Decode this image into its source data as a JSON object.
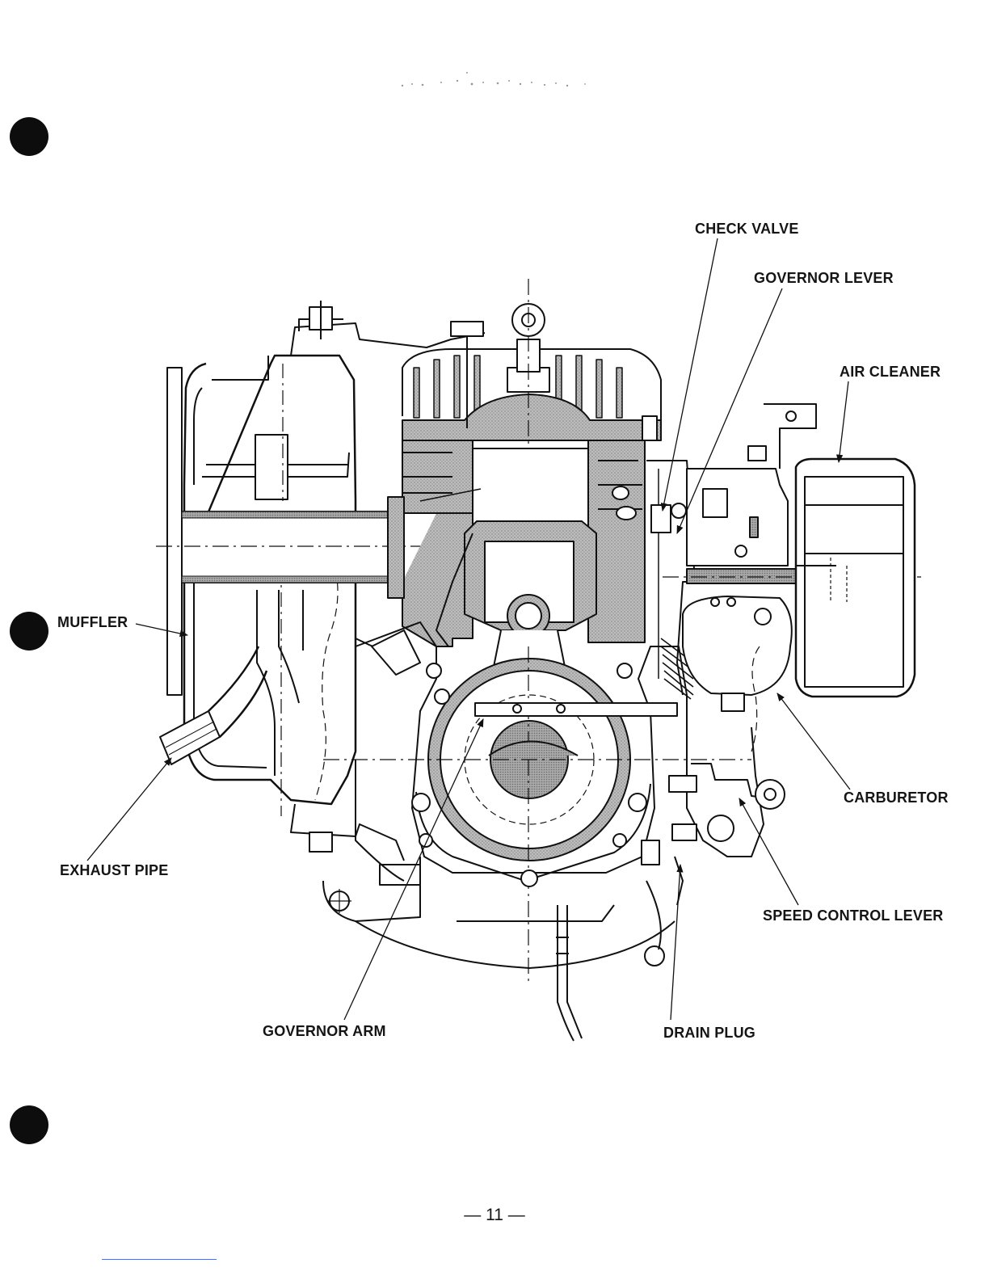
{
  "labels": {
    "check_valve": "CHECK VALVE",
    "governor_lever": "GOVERNOR LEVER",
    "air_cleaner": "AIR CLEANER",
    "muffler": "MUFFLER",
    "carburetor": "CARBURETOR",
    "exhaust_pipe": "EXHAUST PIPE",
    "speed_control_lever": "SPEED CONTROL LEVER",
    "governor_arm": "GOVERNOR ARM",
    "drain_plug": "DRAIN PLUG"
  },
  "page_number": "— 11 —"
}
